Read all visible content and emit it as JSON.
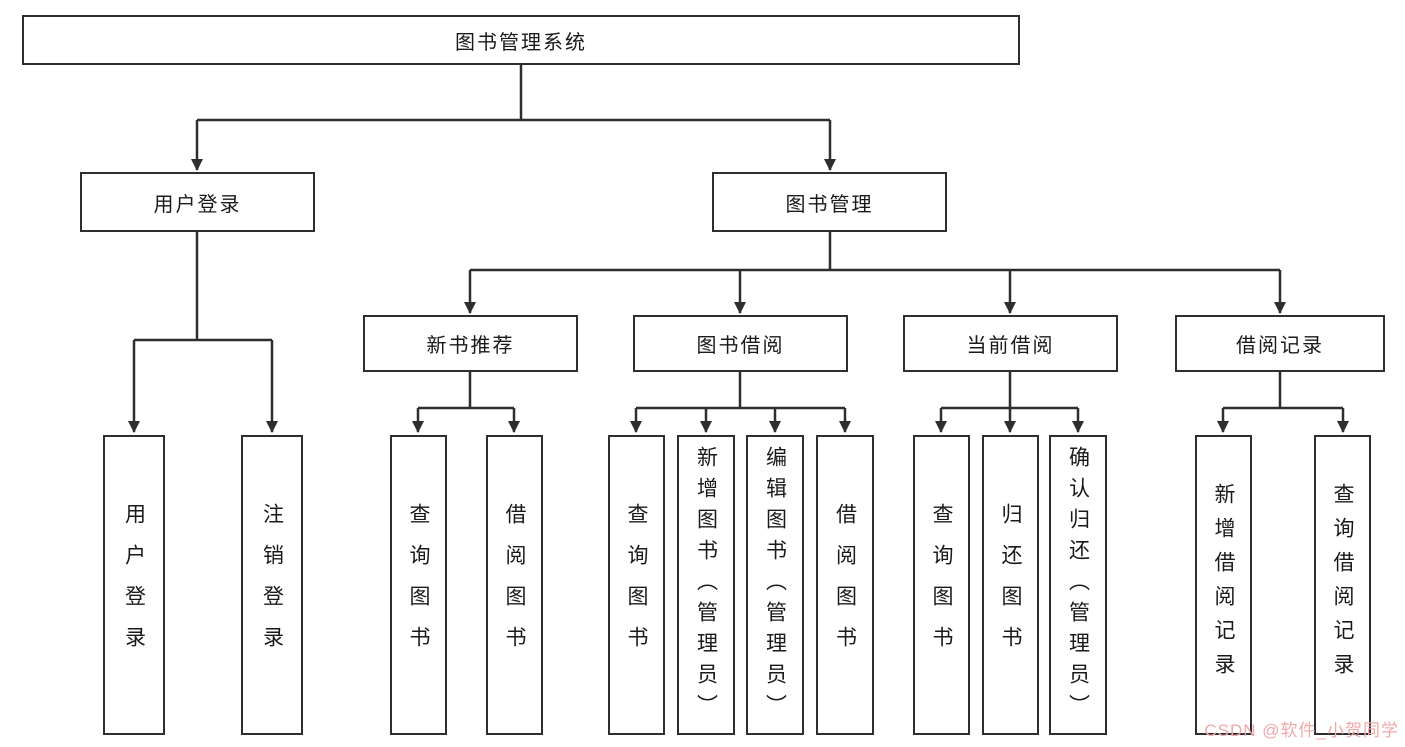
{
  "diagram": {
    "root": {
      "label": "图书管理系统"
    },
    "branches": [
      {
        "label": "用户登录",
        "children": [
          {
            "label": "用户登录"
          },
          {
            "label": "注销登录"
          }
        ]
      },
      {
        "label": "图书管理",
        "children": [
          {
            "label": "新书推荐",
            "children": [
              {
                "label": "查询图书"
              },
              {
                "label": "借阅图书"
              }
            ]
          },
          {
            "label": "图书借阅",
            "children": [
              {
                "label": "查询图书"
              },
              {
                "label": "新增图书（管理员）"
              },
              {
                "label": "编辑图书（管理员）"
              },
              {
                "label": "借阅图书"
              }
            ]
          },
          {
            "label": "当前借阅",
            "children": [
              {
                "label": "查询图书"
              },
              {
                "label": "归还图书"
              },
              {
                "label": "确认归还（管理员）"
              }
            ]
          },
          {
            "label": "借阅记录",
            "children": [
              {
                "label": "新增借阅记录"
              },
              {
                "label": "查询借阅记录"
              }
            ]
          }
        ]
      }
    ],
    "colors": {
      "line": "#2e2e2e",
      "box_border": "#2e2e2e",
      "box_fill": "#ffffff",
      "text": "#1a1a1a",
      "watermark": "#f0a8a8"
    },
    "watermark": "CSDN @软件_小贺同学"
  }
}
